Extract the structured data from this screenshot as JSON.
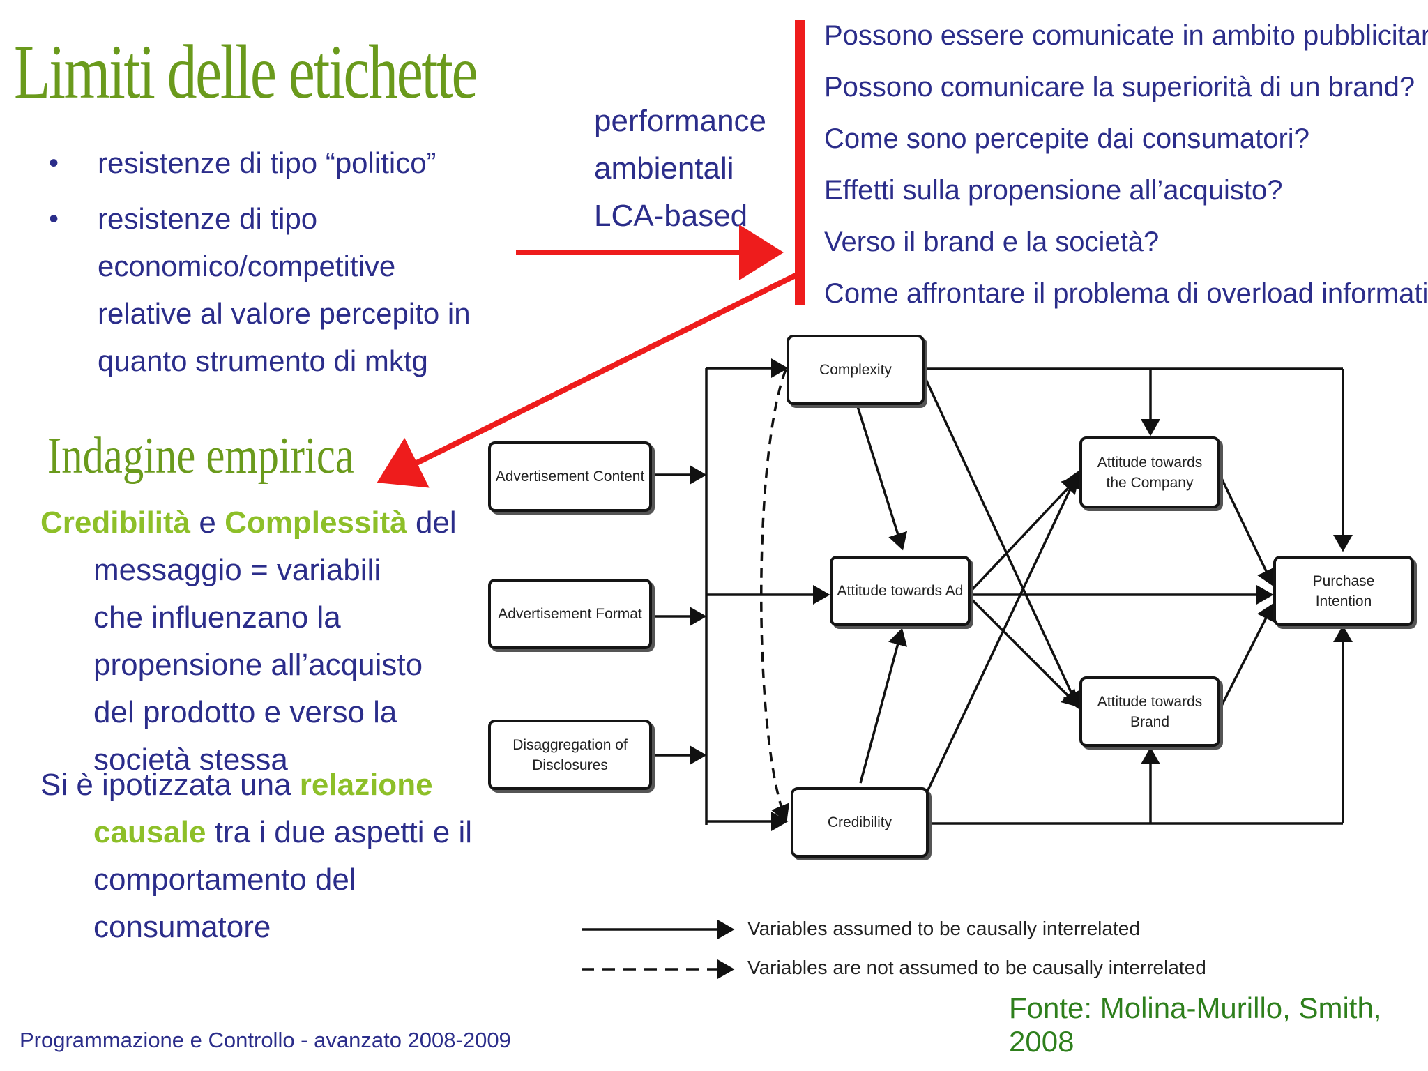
{
  "title": "Limiti delle etichette",
  "bullets": [
    "resistenze di tipo “politico”",
    "resistenze di tipo economico/competitive relative al valore percepito in quanto strumento di mktg"
  ],
  "performance_lines": [
    "performance",
    "ambientali",
    "LCA-based"
  ],
  "questions": [
    "Possono essere comunicate in ambito  pubblicitario?",
    "Possono comunicare la superiorità di un brand?",
    "Come sono percepite dai consumatori?",
    "Effetti sulla propensione all’acquisto?",
    "Verso il brand e la società?",
    "Come affrontare il problema di overload informativo?"
  ],
  "subtitle": "Indagine empirica",
  "paragraph1": {
    "hl1": "Credibilità",
    "mid": " e ",
    "hl2": "Complessità",
    "rest1": " del",
    "rest2": "messaggio = variabili che influenzano la propensione all’acquisto del prodotto e verso la società stessa"
  },
  "paragraph2": {
    "pre": "Si è ipotizzata una ",
    "hl": "relazione causale",
    "post": " tra i due aspetti e il comportamento del consumatore"
  },
  "diagram": {
    "nodes": {
      "complexity": "Complexity",
      "ad_content": "Advertisement Content",
      "ad_format": "Advertisement Format",
      "disaggregation": "Disaggregation of Disclosures",
      "att_ad": "Attitude towards Ad",
      "att_company": "Attitude towards the Company",
      "att_brand": "Attitude towards Brand",
      "purchase": "Purchase Intention",
      "credibility": "Credibility"
    },
    "legend": {
      "solid": "Variables assumed to be causally interrelated",
      "dashed": "Variables are not assumed to be causally interrelated"
    }
  },
  "source": "Fonte: Molina-Murillo, Smith, 2008",
  "footer": "Programmazione e Controllo - avanzato 2008-2009",
  "colors": {
    "title_green": "#6a9a1c",
    "highlight_green": "#8dbf28",
    "text_blue": "#2b2d8a",
    "arrow_red": "#ee1c1c",
    "source_green": "#2e7f1c"
  }
}
